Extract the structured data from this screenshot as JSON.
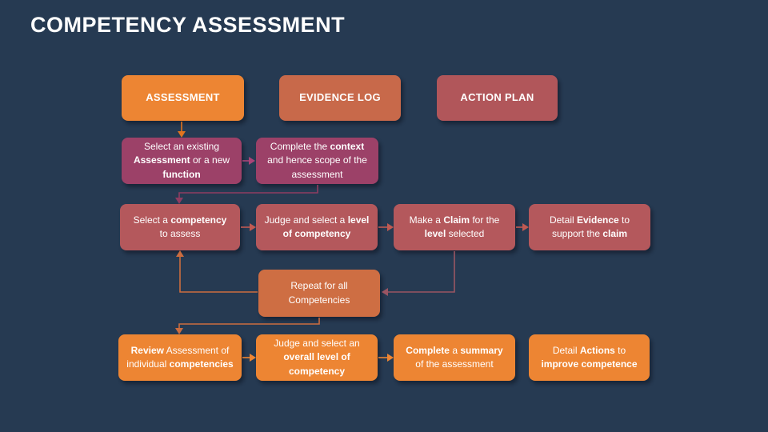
{
  "title": "COMPETENCY ASSESSMENT",
  "colors": {
    "bg": "#263A52",
    "orange": "#ED8533",
    "terracotta": "#C8694A",
    "terracotta-bright": "#CE6E43",
    "rose": "#B1565A",
    "plum": "#9C4168",
    "red": "#B4585C",
    "arrow-orange": "#E0741F",
    "arrow-pink": "#AA4478",
    "arrow-plum": "#8F3C61",
    "arrow-red": "#C05A52",
    "arrow-maroon": "#9A5563",
    "arrow-terracotta": "#CC6C3F"
  },
  "headers": {
    "assessment": "ASSESSMENT",
    "evidence_log": "EVIDENCE LOG",
    "action_plan": "ACTION PLAN"
  },
  "boxes": {
    "select_assessment": {
      "runs": [
        {
          "t": "Select an existing "
        },
        {
          "t": "Assessment",
          "b": true
        },
        {
          "t": " or a new "
        },
        {
          "t": "function",
          "b": true
        }
      ]
    },
    "complete_context": {
      "runs": [
        {
          "t": "Complete the "
        },
        {
          "t": "context",
          "b": true
        },
        {
          "t": " and hence scope of the assessment"
        }
      ]
    },
    "select_competency": {
      "runs": [
        {
          "t": "Select a "
        },
        {
          "t": "competency",
          "b": true
        },
        {
          "t": " to assess"
        }
      ]
    },
    "judge_level": {
      "runs": [
        {
          "t": "Judge and select a "
        },
        {
          "t": "level of competency",
          "b": true
        }
      ]
    },
    "make_claim": {
      "runs": [
        {
          "t": "Make a "
        },
        {
          "t": "Claim",
          "b": true
        },
        {
          "t": " for the "
        },
        {
          "t": "level",
          "b": true
        },
        {
          "t": " selected"
        }
      ]
    },
    "detail_evidence": {
      "runs": [
        {
          "t": "Detail "
        },
        {
          "t": "Evidence",
          "b": true
        },
        {
          "t": " to support the "
        },
        {
          "t": "claim",
          "b": true
        }
      ]
    },
    "repeat_all": {
      "runs": [
        {
          "t": "Repeat for all Competencies"
        }
      ]
    },
    "review_assessment": {
      "runs": [
        {
          "t": "Review",
          "b": true
        },
        {
          "t": " Assessment of individual "
        },
        {
          "t": "competencies",
          "b": true
        }
      ]
    },
    "judge_overall": {
      "runs": [
        {
          "t": "Judge and select an "
        },
        {
          "t": "overall level of competency",
          "b": true
        }
      ]
    },
    "complete_summary": {
      "runs": [
        {
          "t": "Complete",
          "b": true
        },
        {
          "t": " a "
        },
        {
          "t": "summary",
          "b": true
        },
        {
          "t": " of the assessment"
        }
      ]
    },
    "detail_actions": {
      "runs": [
        {
          "t": "Detail "
        },
        {
          "t": "Actions",
          "b": true
        },
        {
          "t": " to "
        },
        {
          "t": "improve competence",
          "b": true
        }
      ]
    }
  }
}
